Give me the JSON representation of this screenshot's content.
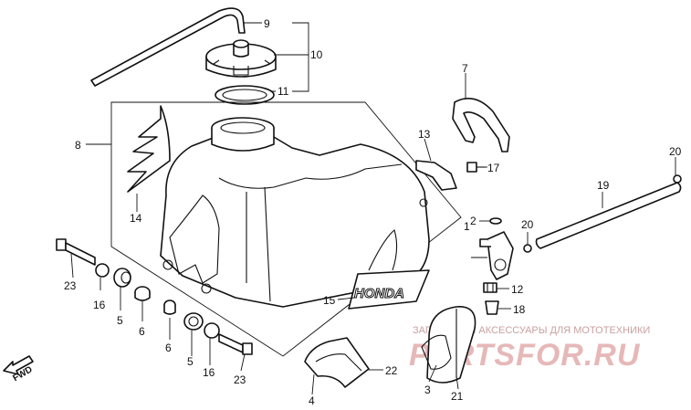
{
  "watermark": {
    "tagline": "ЗАПЧАСТИ И АКСЕССУАРЫ ДЛЯ МОТОТЕХНИКИ",
    "site": "PARTSFOR.RU"
  },
  "emblem": {
    "brand": "HONDA"
  },
  "direction": {
    "label": "FWD"
  },
  "callouts": [
    "1",
    "2",
    "3",
    "4",
    "5",
    "5",
    "6",
    "6",
    "7",
    "8",
    "9",
    "10",
    "11",
    "12",
    "13",
    "14",
    "15",
    "16",
    "16",
    "17",
    "18",
    "19",
    "20",
    "20",
    "21",
    "22",
    "23",
    "23"
  ]
}
